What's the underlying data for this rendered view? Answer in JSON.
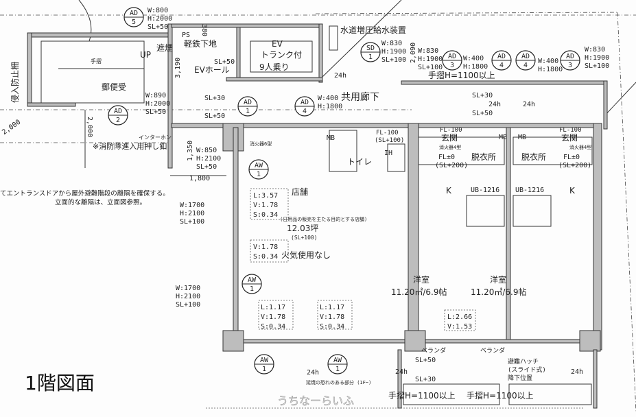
{
  "title": "1階図面",
  "watermark": "うちなーらいふ",
  "symbols": {
    "ad5": {
      "top": "AD",
      "bottom": "5"
    },
    "ad2": {
      "top": "AD",
      "bottom": "2"
    },
    "ad1": {
      "top": "AD",
      "bottom": "1"
    },
    "ad4a": {
      "top": "AD",
      "bottom": "4"
    },
    "sd1": {
      "top": "SD",
      "bottom": "1"
    },
    "ad3a": {
      "top": "AD",
      "bottom": "3"
    },
    "ad4b": {
      "top": "AD",
      "bottom": "4"
    },
    "ad4c": {
      "top": "AD",
      "bottom": "4"
    },
    "ad3b": {
      "top": "AD",
      "bottom": "3"
    },
    "aw1a": {
      "top": "AW",
      "bottom": "1"
    },
    "aw1b": {
      "top": "AW",
      "bottom": "1"
    },
    "aw1c": {
      "top": "AW",
      "bottom": "1"
    },
    "aw1d": {
      "top": "AW",
      "bottom": "1"
    }
  },
  "labels": {
    "w800": "W:800",
    "h2000a": "H:2000",
    "sl50a": "SL+50",
    "dim380": "380",
    "ps": "PS",
    "keitetsu": "軽鉄下地",
    "shaen": "遮煙",
    "up": "UP",
    "tesuri": "手摺",
    "yubin": "郵便受",
    "shinnyu": "侵入防止柵",
    "ev": "EV",
    "trunk": "トランク付",
    "ninjo": "9人乗り",
    "sl50b": "SL+50",
    "evhall": "EVホール",
    "dim3190": "3,190",
    "w890": "W:890",
    "h2000b": "H:2000",
    "sl50c": "SL+50",
    "sl30a": "SL+30",
    "sl50d": "SL+50",
    "dim2000a": "2,000",
    "dim2000b": "2,000",
    "intercom": "インターホン",
    "fire_btn": "※消防隊進入用押し釦",
    "dim1350": "1,350",
    "w850": "W:850",
    "h2100a": "H:2100",
    "sl50e": "SL+50",
    "dim1800": "1,800",
    "shokaki6": "消火器6型",
    "note1": "てエントランスドアから屋外避難階段の離隔を確保する。",
    "note2": "立面的な離隔は、立面図参照。",
    "w1700a": "W:1700",
    "h2100b": "H:2100",
    "sl100a": "SL+100",
    "w1700b": "W:1700",
    "h2100c": "H:2100",
    "sl100b": "SL+100",
    "suido": "水道増圧給水装置",
    "w830a": "W:830",
    "h1900a": "H:1900",
    "sl100c": "SL+100",
    "dim2090": "2,090",
    "w830b": "W:830",
    "h1900b": "H:1900",
    "sl100d": "SL+100",
    "w400a": "W:400",
    "h1800a": "H:1800",
    "w400b": "W:400",
    "h1800b": "H:1800",
    "w830c": "W:830",
    "h1900c": "H:1900",
    "sl100e": "SL+100",
    "tesuri_top": "手摺H=1100以上",
    "h24a": "24h",
    "w400c": "W:400",
    "h1800c": "H:1800",
    "corridor": "共用廊下",
    "sl30b": "SL+30",
    "sl50f": "SL+50",
    "h24b": "24h",
    "h24c": "24h",
    "mb1": "MB",
    "fl100a": "FL-100",
    "sl100f": "(SL+100)",
    "toilet": "トイレ",
    "ih": "IH",
    "fl100b": "FL-100",
    "genkan1": "玄関",
    "mb2": "MB",
    "mb3": "MB",
    "fl100c": "FL-100",
    "genkan2": "玄関",
    "shokaki4a": "消火器4型",
    "shokaki4b": "消火器4型",
    "fl0a": "FL±0",
    "sl200a": "(SL+200)",
    "datsui1": "脱衣所",
    "datsui2": "脱衣所",
    "fl0b": "FL±0",
    "sl200b": "(SL+200)",
    "k1": "K",
    "k2": "K",
    "ub1": "UB-1216",
    "ub2": "UB-1216",
    "l357": "L:3.57",
    "v178a": "V:1.78",
    "s034a": "S:0.34",
    "tenpo": "店舗",
    "tenpo_sub": "(日用品の販売を主たる目的とする店舗)",
    "tsubo": "12.03坪",
    "sl100g": "(SL+100)",
    "v178b": "V:1.78",
    "s034b": "S:0.34",
    "kaki": "火気使用なし",
    "l117a": "L:1.17",
    "v178c": "V:1.78",
    "s034c": "S:0.34",
    "l117b": "L:1.17",
    "v178d": "V:1.78",
    "s034d": "S:0.34",
    "yoshitsu1": "洋室",
    "area1": "11.20㎡/6.9帖",
    "yoshitsu2": "洋室",
    "area2": "11.20㎡/6.9帖",
    "l266": "L:2.66",
    "v153": "V:1.53",
    "veranda1": "ベランダ",
    "sl50g": "SL+50",
    "h24d": "24h",
    "sl30c": "SL+30",
    "veranda2": "ベランダ",
    "hatch1": "避難ハッチ",
    "hatch2": "(スライド式)",
    "hatch3": "降下位置",
    "h24e": "24h",
    "h24f": "24h",
    "enshou": "延焼の恐れのある部分 (1F~)",
    "tesuri_b1": "手摺H=1100以上",
    "tesuri_b2": "手摺H=1100以上"
  }
}
